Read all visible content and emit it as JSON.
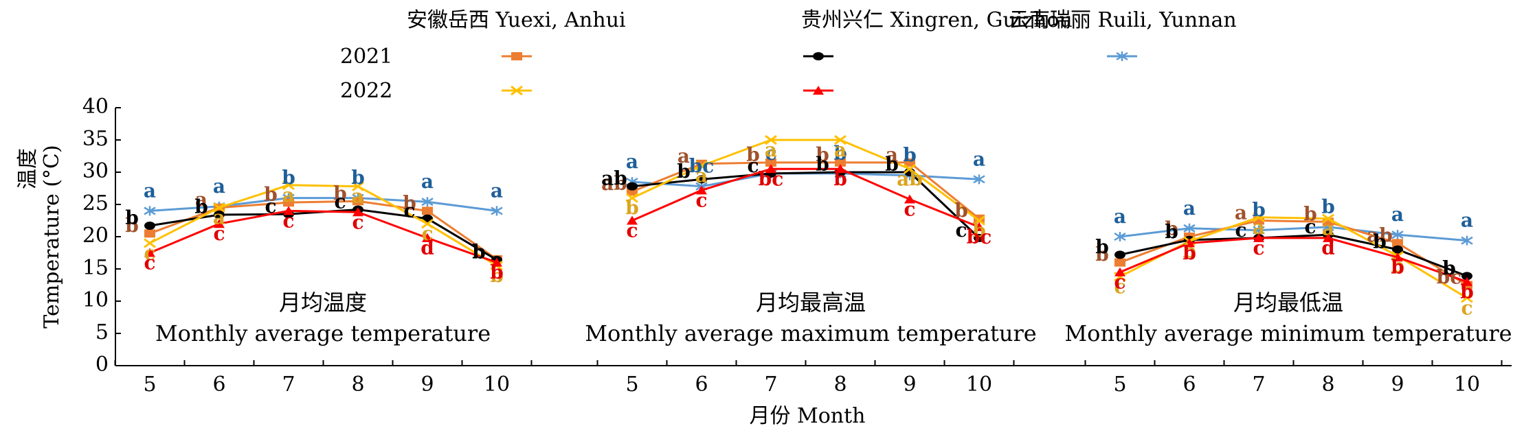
{
  "chart_data": {
    "type": "line",
    "ylabel_cn": "温度",
    "ylabel_en": "Temperature (°C)",
    "xlabel": "月份 Month",
    "ylim": [
      0,
      40
    ],
    "yticks": [
      0,
      5,
      10,
      15,
      20,
      25,
      30,
      35,
      40
    ],
    "x": [
      5,
      6,
      7,
      8,
      9,
      10
    ],
    "legend": {
      "locations": [
        "安徽岳西 Yuexi, Anhui",
        "贵州兴仁 Xingren, Guizhou",
        "云南瑞丽 Ruili, Yunnan"
      ],
      "years": [
        "2021",
        "2022"
      ]
    },
    "series_styles": [
      {
        "key": "yuexi_2021",
        "color": "#ED7D31",
        "marker": "square"
      },
      {
        "key": "yuexi_2022",
        "color": "#FFC000",
        "marker": "x"
      },
      {
        "key": "xingren_2021",
        "color": "#000000",
        "marker": "circle"
      },
      {
        "key": "xingren_2022",
        "color": "#FF0000",
        "marker": "triangle"
      },
      {
        "key": "ruili_2021",
        "color": "#5B9BD5",
        "marker": "star"
      }
    ],
    "panels": [
      {
        "title_cn": "月均温度",
        "title_en": "Monthly average temperature",
        "series": {
          "yuexi_2021": [
            20.5,
            24.5,
            25.3,
            25.5,
            24.0,
            16.5
          ],
          "yuexi_2022": [
            19.0,
            24.5,
            28.0,
            27.8,
            22.0,
            15.5
          ],
          "xingren_2021": [
            21.7,
            23.4,
            23.5,
            24.2,
            22.8,
            16.4
          ],
          "xingren_2022": [
            17.5,
            22.0,
            24.0,
            23.8,
            19.8,
            16.0
          ],
          "ruili_2021": [
            24.0,
            24.7,
            26.0,
            26.0,
            25.4,
            24.0
          ]
        },
        "labels": {
          "yuexi_2021": [
            "b",
            "a",
            "b",
            "b",
            "b",
            "b"
          ],
          "yuexi_2022": [
            "c",
            "a",
            "a",
            "a",
            "c",
            "b"
          ],
          "xingren_2021": [
            "b",
            "b",
            "c",
            "c",
            "c",
            "b"
          ],
          "xingren_2022": [
            "c",
            "c",
            "c",
            "c",
            "d",
            "b"
          ],
          "ruili_2021": [
            "a",
            "a",
            "b",
            "b",
            "a",
            "a"
          ]
        }
      },
      {
        "title_cn": "月均最高温",
        "title_en": "Monthly average maximum temperature",
        "series": {
          "yuexi_2021": [
            27.0,
            31.3,
            31.5,
            31.5,
            31.5,
            22.8
          ],
          "yuexi_2022": [
            26.0,
            31.0,
            35.0,
            35.0,
            30.5,
            22.5
          ],
          "xingren_2021": [
            27.8,
            28.9,
            29.8,
            30.0,
            30.0,
            19.8
          ],
          "xingren_2022": [
            22.5,
            27.2,
            30.5,
            30.5,
            25.8,
            21.5
          ],
          "ruili_2021": [
            28.5,
            27.8,
            29.8,
            29.8,
            29.5,
            28.9
          ]
        },
        "labels": {
          "yuexi_2021": [
            "ab",
            "a",
            "b",
            "b",
            "a",
            "b"
          ],
          "yuexi_2022": [
            "b",
            "a",
            "a",
            "a",
            "ab",
            "b"
          ],
          "xingren_2021": [
            "ab",
            "b",
            "c",
            "b",
            "b",
            "c"
          ],
          "xingren_2022": [
            "c",
            "c",
            "bc",
            "b",
            "c",
            "bc"
          ],
          "ruili_2021": [
            "a",
            "bc",
            "c",
            "b",
            "b",
            "a"
          ]
        }
      },
      {
        "title_cn": "月均最低温",
        "title_en": "Monthly average minimum temperature",
        "series": {
          "yuexi_2021": [
            16.0,
            20.0,
            22.5,
            22.3,
            19.0,
            12.5
          ],
          "yuexi_2022": [
            13.8,
            19.3,
            23.0,
            22.8,
            17.0,
            10.5
          ],
          "xingren_2021": [
            17.2,
            19.5,
            19.8,
            20.3,
            18.0,
            13.9
          ],
          "xingren_2022": [
            14.5,
            19.0,
            19.8,
            19.8,
            16.8,
            13.0
          ],
          "ruili_2021": [
            20.0,
            21.3,
            21.0,
            21.5,
            20.3,
            19.4
          ]
        },
        "labels": {
          "yuexi_2021": [
            "b",
            "b",
            "a",
            "b",
            "ab",
            "bc"
          ],
          "yuexi_2022": [
            "c",
            "b",
            "a",
            "a",
            "b",
            "c"
          ],
          "xingren_2021": [
            "b",
            "b",
            "c",
            "c",
            "b",
            "b"
          ],
          "xingren_2022": [
            "c",
            "b",
            "c",
            "d",
            "b",
            "b"
          ],
          "ruili_2021": [
            "a",
            "a",
            "b",
            "b",
            "a",
            "a"
          ]
        }
      }
    ]
  }
}
